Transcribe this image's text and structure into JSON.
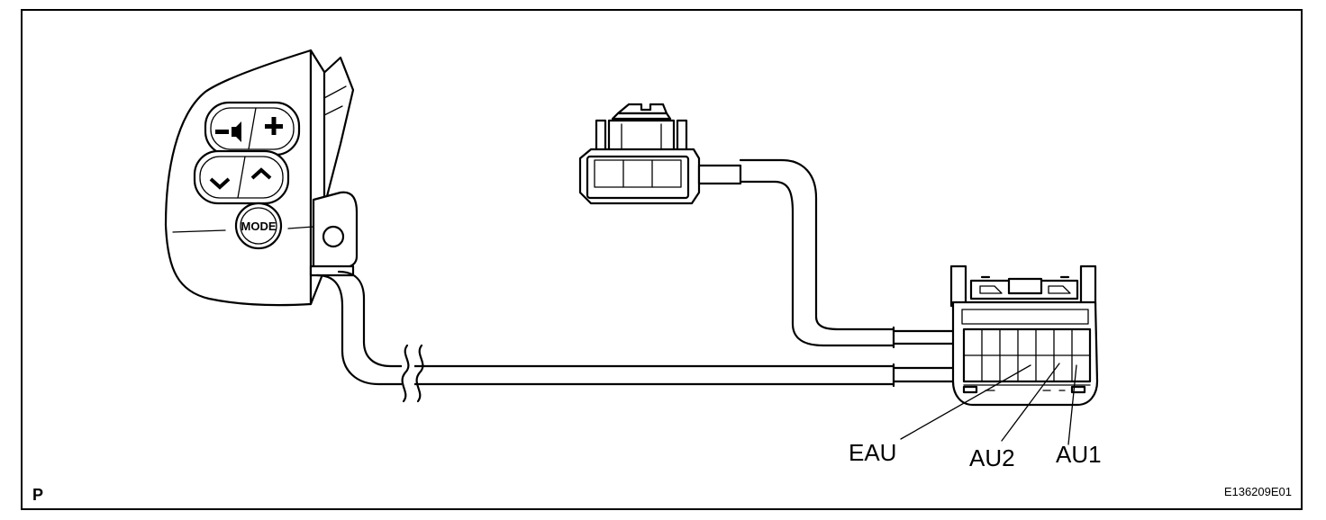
{
  "labels": {
    "eau": "EAU",
    "au2": "AU2",
    "au1": "AU1"
  },
  "corner_mark": "P",
  "figure_code": "E136209E01",
  "switch": {
    "mode_button": "MODE",
    "plus_symbol": "+",
    "minus_symbol": "−"
  }
}
